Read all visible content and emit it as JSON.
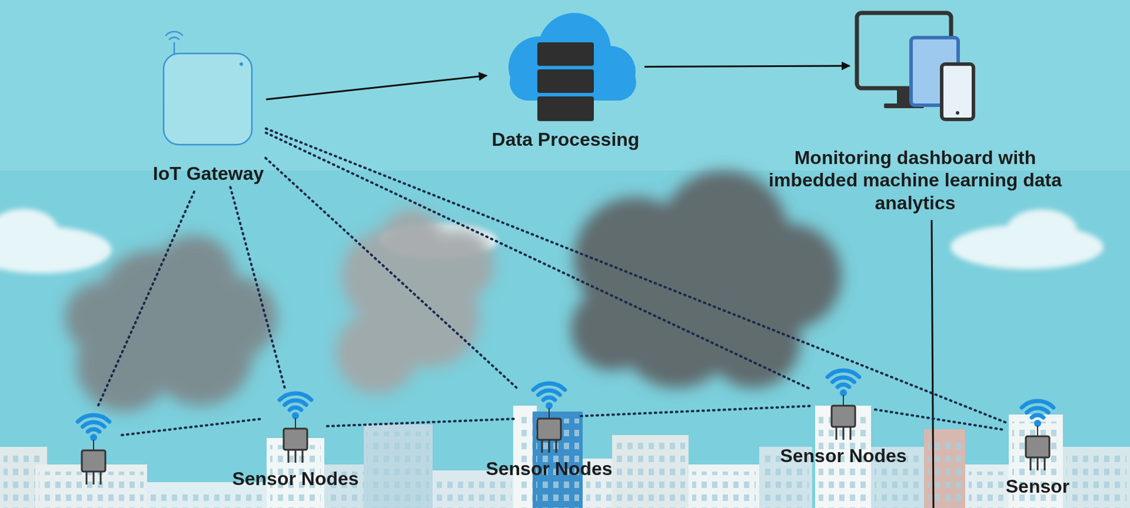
{
  "diagram": {
    "nodes": [
      {
        "text": [
          "IoT Gateway"
        ]
      },
      {
        "text": [
          "Data Processing"
        ]
      },
      {
        "text": [
          "Monitoring dashboard with imbedded machine learning data analytics"
        ]
      },
      {
        "text": [
          "Sensor Nodes"
        ]
      },
      {
        "text": [
          "Sensor Nodes"
        ]
      },
      {
        "text": [
          "Sensor Nodes"
        ]
      },
      {
        "text": [
          "Sensor"
        ]
      }
    ],
    "edges": [
      {
        "from": 0,
        "to": 1,
        "arrow": "to"
      },
      {
        "from": 1,
        "to": 2,
        "arrow": "to"
      },
      {
        "from": 0,
        "to": 3,
        "arrow": "none"
      },
      {
        "from": 0,
        "to": 4,
        "arrow": "none"
      },
      {
        "from": 0,
        "to": 5,
        "arrow": "none"
      },
      {
        "from": 0,
        "to": 6,
        "arrow": "none"
      },
      {
        "from": 3,
        "to": 4,
        "arrow": "none"
      },
      {
        "from": 4,
        "to": 5,
        "arrow": "none"
      },
      {
        "from": 5,
        "to": 6,
        "arrow": "none"
      }
    ]
  }
}
